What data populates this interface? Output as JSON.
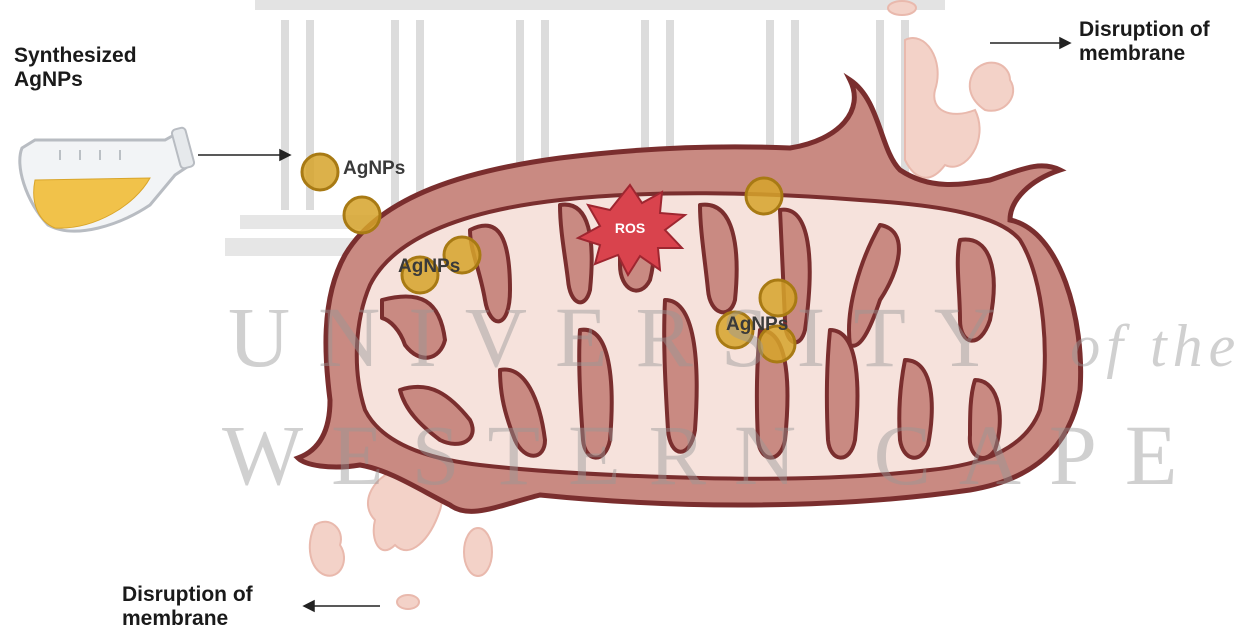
{
  "watermark": {
    "line1": "UNIVERSITY",
    "line1_italic": "of the",
    "line2": "WESTERN CAPE"
  },
  "labels": {
    "synthesized": [
      "Synthesized",
      "AgNPs"
    ],
    "disruption_top": [
      "Disruption of",
      "membrane"
    ],
    "disruption_bottom": [
      "Disruption of",
      "membrane"
    ],
    "agnps_1": "AgNPs",
    "agnps_2": "AgNPs",
    "agnps_3": "AgNPs",
    "ros": "ROS"
  },
  "colors": {
    "membrane_outer": "#c98a82",
    "membrane_stroke": "#7a2e2e",
    "matrix": "#f6e2dc",
    "debris": "#f3d2c8",
    "nanoparticle": "#d6a32a",
    "nanoparticle_stroke": "#a87a14",
    "ros": "#d9434d",
    "flask_liquid": "#f1c24a"
  }
}
